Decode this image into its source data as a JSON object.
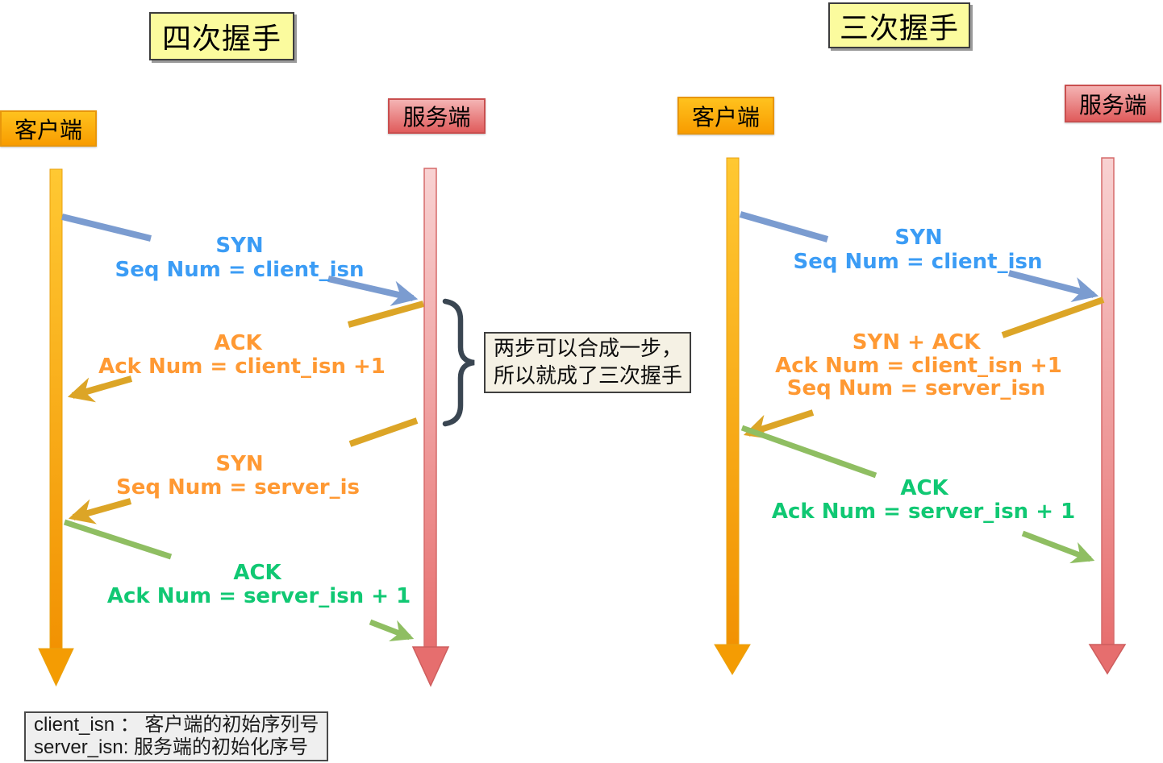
{
  "left_diagram": {
    "title": "四次握手",
    "client_label": "客户端",
    "server_label": "服务端",
    "messages": [
      {
        "line1": "SYN",
        "line2": "Seq Num = client_isn"
      },
      {
        "line1": "ACK",
        "line2": "Ack Num =  client_isn +1"
      },
      {
        "line1": "SYN",
        "line2": "Seq Num = server_is"
      },
      {
        "line1": "ACK",
        "line2": "Ack Num = server_isn + 1"
      }
    ],
    "note": {
      "line1": "两步可以合成一步，",
      "line2": "所以就成了三次握手"
    },
    "legend": {
      "line1": "client_isn ： 客户端的初始序列号",
      "line2": "server_isn:  服务端的初始化序号"
    }
  },
  "right_diagram": {
    "title": "三次握手",
    "client_label": "客户端",
    "server_label": "服务端",
    "messages": [
      {
        "line1": "SYN",
        "line2": "Seq Num = client_isn"
      },
      {
        "line1": "SYN + ACK",
        "line2": "Ack Num =  client_isn +1",
        "line3": "Seq Num = server_isn"
      },
      {
        "line1": "ACK",
        "line2": "Ack Num = server_isn + 1"
      }
    ]
  },
  "colors": {
    "title_bg": "#FBFB9E",
    "client_box_top": "#FFC21E",
    "client_box_bottom": "#F89C00",
    "server_box_top": "#F4B3B3",
    "server_box_bottom": "#E05C5C",
    "client_line_top": "#FFC832",
    "client_line_bottom": "#F29202",
    "server_line_top": "#F8D2D2",
    "server_line_bottom": "#E76F6F",
    "syn_text_blue": "#3B9CF5",
    "ack_text_orange": "#FF9933",
    "ack_text_green": "#10C873",
    "arrow_blue": "#7B9CD0",
    "arrow_gold": "#DCA527",
    "arrow_green": "#8FBE62",
    "brace": "#3A4652",
    "note_bg": "#F5F1E4",
    "legend_bg": "#EFEFEF"
  }
}
